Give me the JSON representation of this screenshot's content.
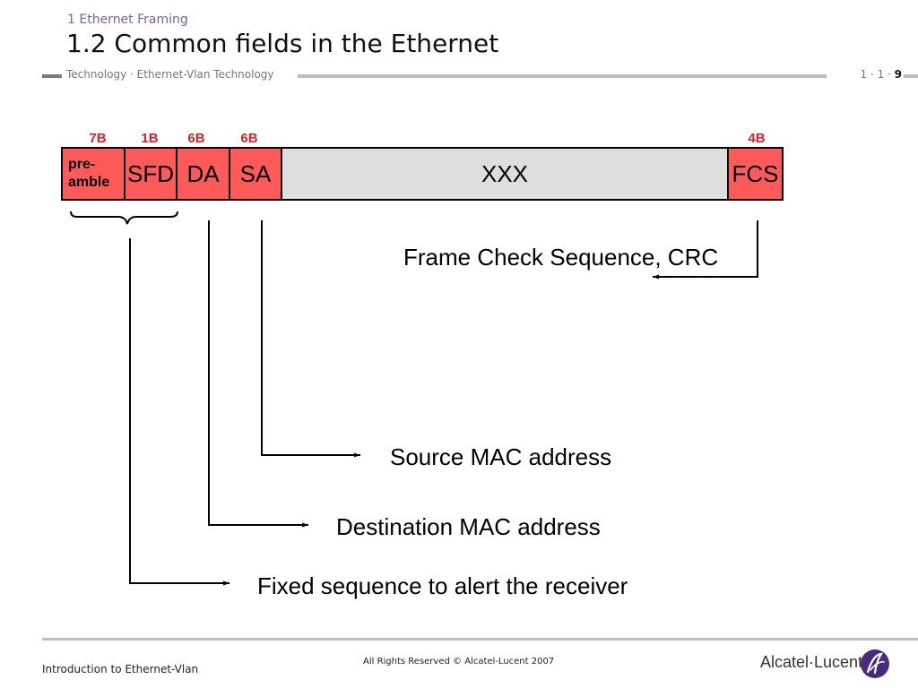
{
  "header": {
    "section": "1 Ethernet Framing",
    "title": "1.2 Common fields in the Ethernet",
    "subtitle": "Technology · Ethernet-Vlan Technology",
    "page_prefix": "1 · 1 · ",
    "page_number": "9"
  },
  "frame": {
    "sizes": {
      "preamble": "7B",
      "sfd": "1B",
      "da": "6B",
      "sa": "6B",
      "fcs": "4B"
    },
    "fields": {
      "preamble_line1": "pre-",
      "preamble_line2": "amble",
      "sfd": "SFD",
      "da": "DA",
      "sa": "SA",
      "payload": "XXX",
      "fcs": "FCS"
    }
  },
  "callouts": {
    "fcs": "Frame Check Sequence, CRC",
    "sa": "Source MAC address",
    "da": "Destination MAC address",
    "preamble": "Fixed sequence to alert the receiver"
  },
  "footer": {
    "left": "Introduction to Ethernet-Vlan",
    "center": "All Rights Reserved © Alcatel-Lucent 2007",
    "logo": "Alcatel·Lucent"
  },
  "colors": {
    "field_red": "#ff5a5a",
    "payload_grey": "#dedede",
    "size_red": "#e0202a",
    "accent_purple": "#7a5ea8"
  }
}
